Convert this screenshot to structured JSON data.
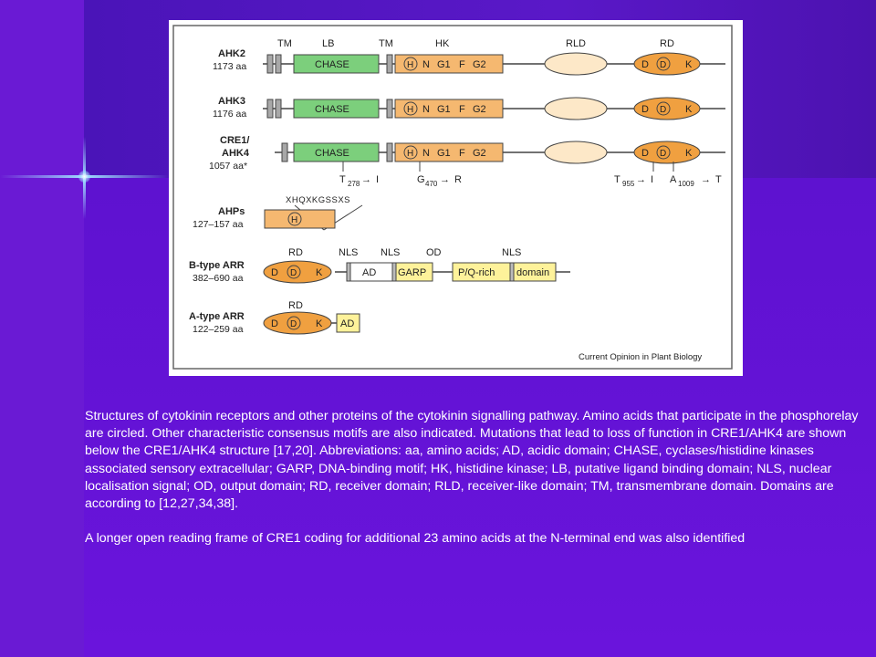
{
  "figure": {
    "column_labels": [
      "TM",
      "LB",
      "TM",
      "HK",
      "RLD",
      "RD"
    ],
    "proteins": [
      {
        "name": "AHK2",
        "length": "1173 aa"
      },
      {
        "name": "AHK3",
        "length": "1176 aa"
      },
      {
        "name_line1": "CRE1/",
        "name_line2": "AHK4",
        "length": "1057 aa*"
      },
      {
        "name": "AHPs",
        "length": "127–157 aa"
      },
      {
        "name": "B-type ARR",
        "length": "382–690 aa"
      },
      {
        "name": "A-type ARR",
        "length": "122–259 aa"
      }
    ],
    "domains": {
      "chase": "CHASE",
      "hk_motifs": [
        "N",
        "G1",
        "F",
        "G2"
      ],
      "h": "H",
      "d": "D",
      "k": "K",
      "ad": "AD",
      "garp": "GARP",
      "pq_rich": "P/Q-rich",
      "domain": "domain",
      "ahp_motif": "XHQXKGSSXS"
    },
    "mutations": [
      {
        "from": "T",
        "pos": "278",
        "to": "I"
      },
      {
        "from": "G",
        "pos": "470",
        "to": "R"
      },
      {
        "from": "T",
        "pos": "955",
        "to": "I"
      },
      {
        "from": "A",
        "pos": "1009",
        "to": "T"
      }
    ],
    "b_type_labels": [
      "RD",
      "NLS",
      "NLS",
      "OD",
      "NLS"
    ],
    "a_type_label": "RD",
    "source": "Current Opinion in Plant Biology",
    "colors": {
      "chase": "#7ccf7c",
      "hk": "#f5b870",
      "rd": "#f0a040",
      "rld": "#fde8c8",
      "ad": "#fef29a",
      "tm": "#a8a8a8"
    }
  },
  "caption": {
    "paragraph1": "Structures of cytokinin receptors and other proteins of the cytokinin signalling pathway. Amino acids that participate in the phosphorelay are circled. Other characteristic consensus motifs are also indicated. Mutations that lead to loss of function in CRE1/AHK4 are shown below the CRE1/AHK4 structure [17,20]. Abbreviations: aa, amino acids; AD, acidic domain; CHASE, cyclases/histidine kinases associated sensory extracellular; GARP, DNA-binding motif; HK, histidine kinase; LB, putative ligand binding domain; NLS, nuclear localisation signal; OD, output domain; RD, receiver domain; RLD, receiver-like domain; TM, transmembrane domain. Domains are according to [12,27,34,38].",
    "paragraph2": "A longer open reading frame of CRE1 coding for additional 23 amino acids at the N-terminal end was also identified"
  }
}
